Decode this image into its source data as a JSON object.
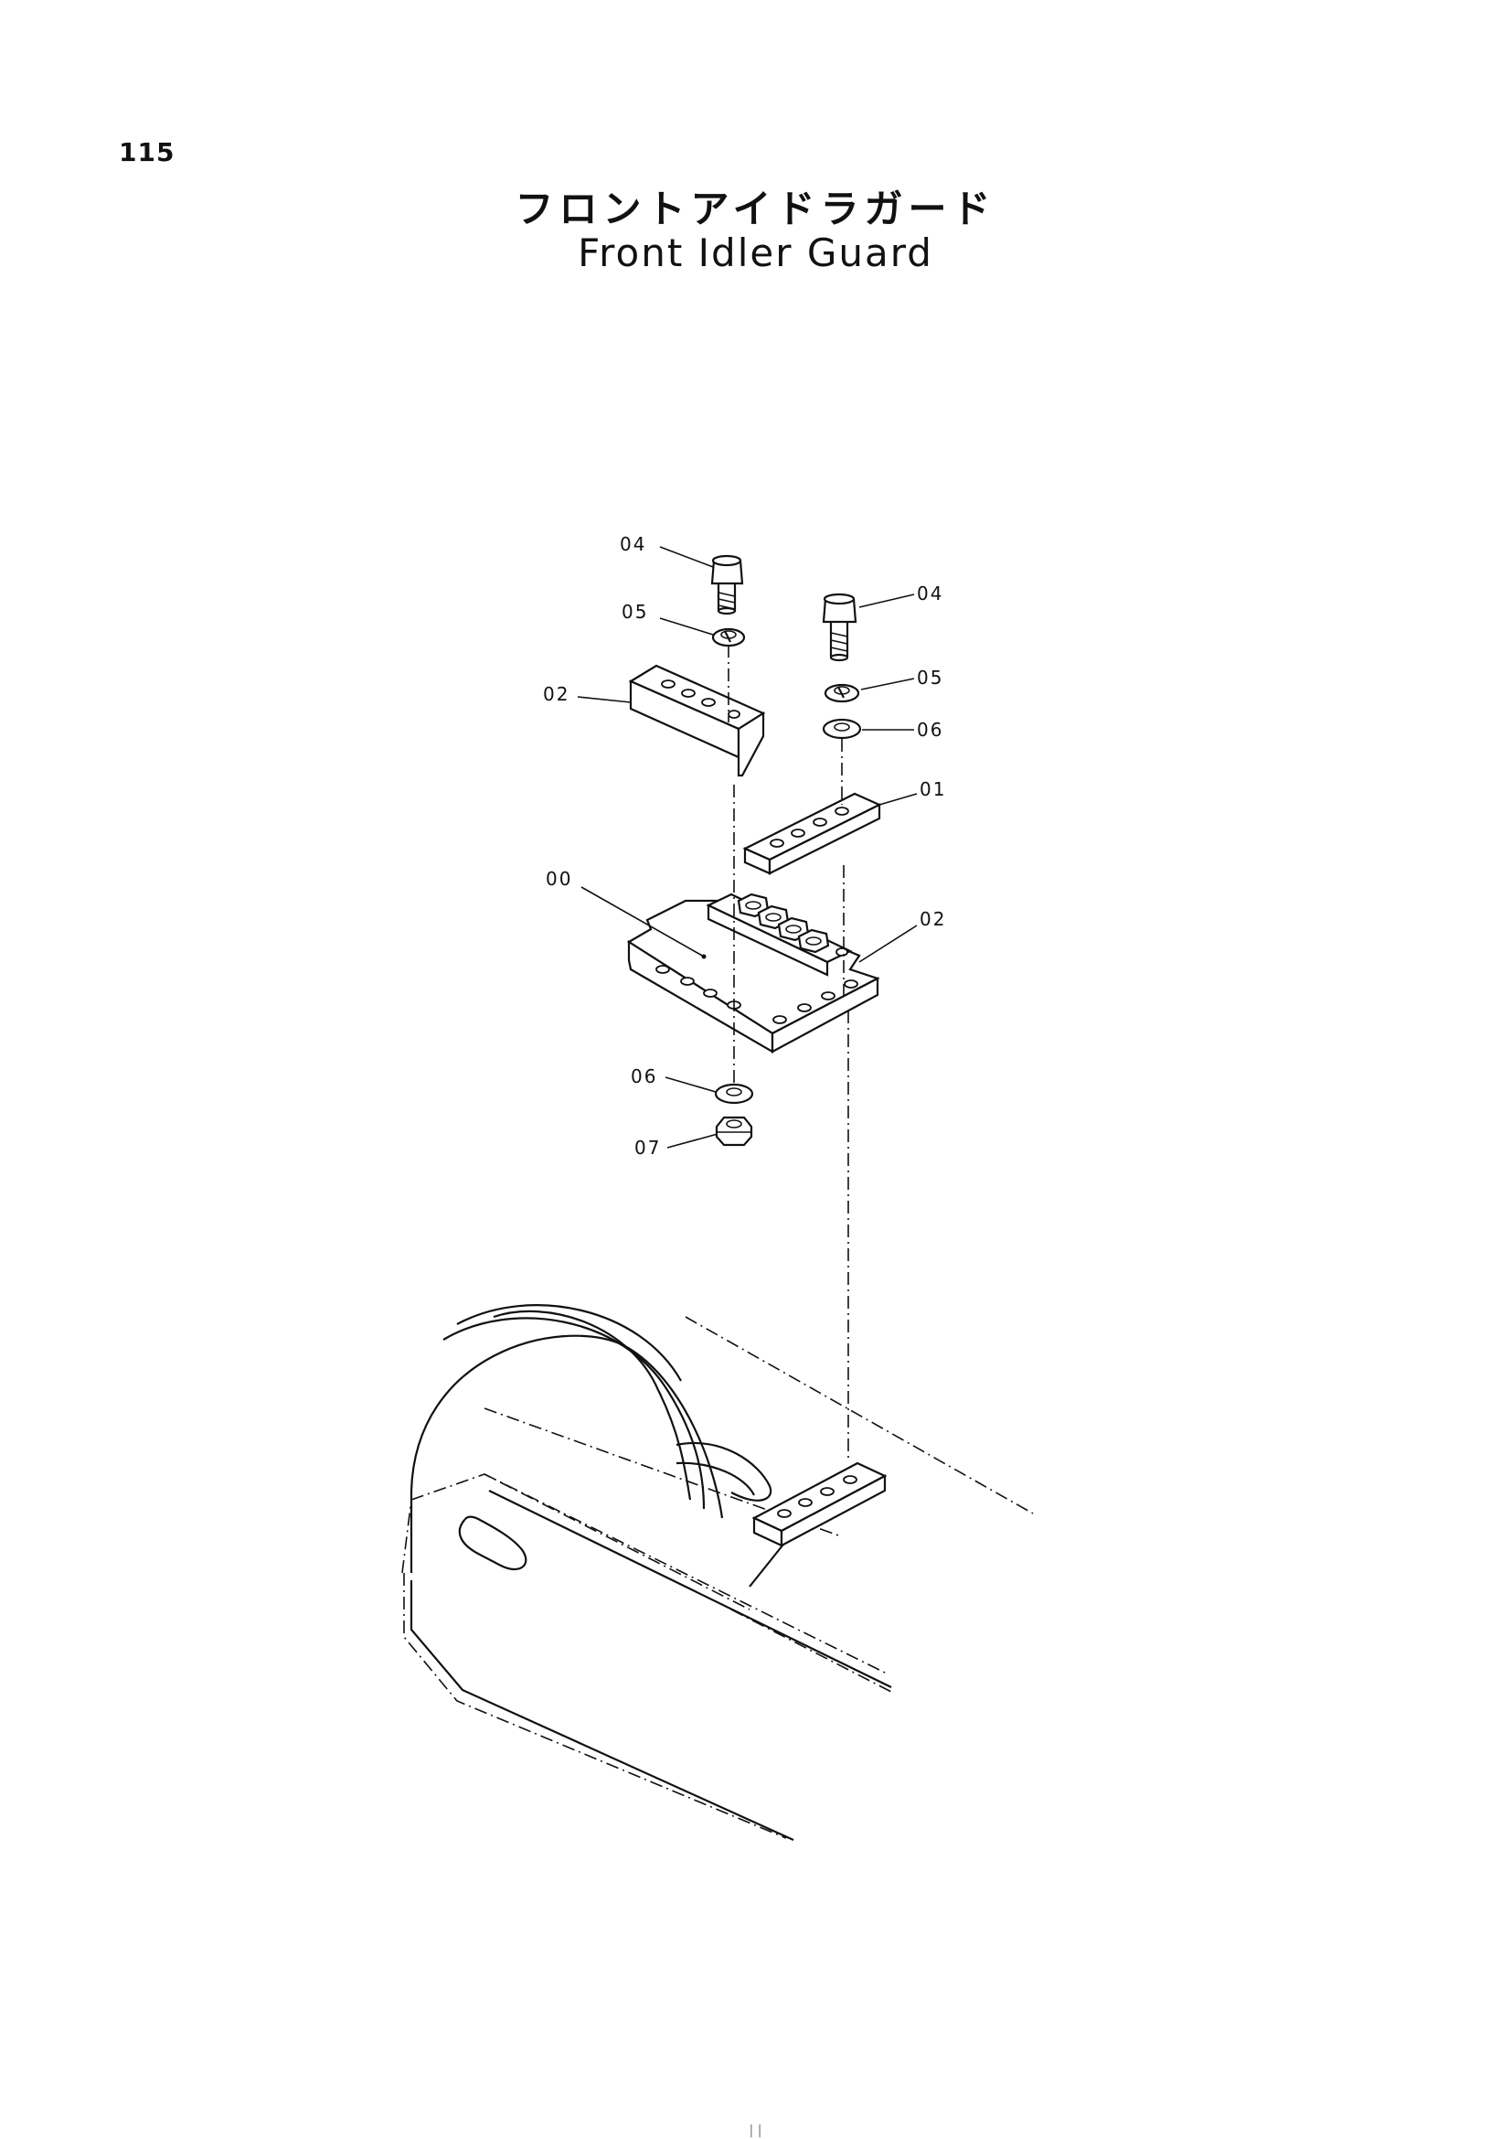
{
  "page": {
    "number": "115"
  },
  "title": {
    "ja": "フロントアイドラガード",
    "en": "Front Idler Guard"
  },
  "callouts": {
    "c04_left": "04",
    "c05_left": "05",
    "c02_top": "02",
    "c04_right": "04",
    "c05_right": "05",
    "c06_right": "06",
    "c01": "01",
    "c00": "00",
    "c02_mid": "02",
    "c06_bottom": "06",
    "c07": "07"
  },
  "footer": {
    "mark": "| |"
  }
}
